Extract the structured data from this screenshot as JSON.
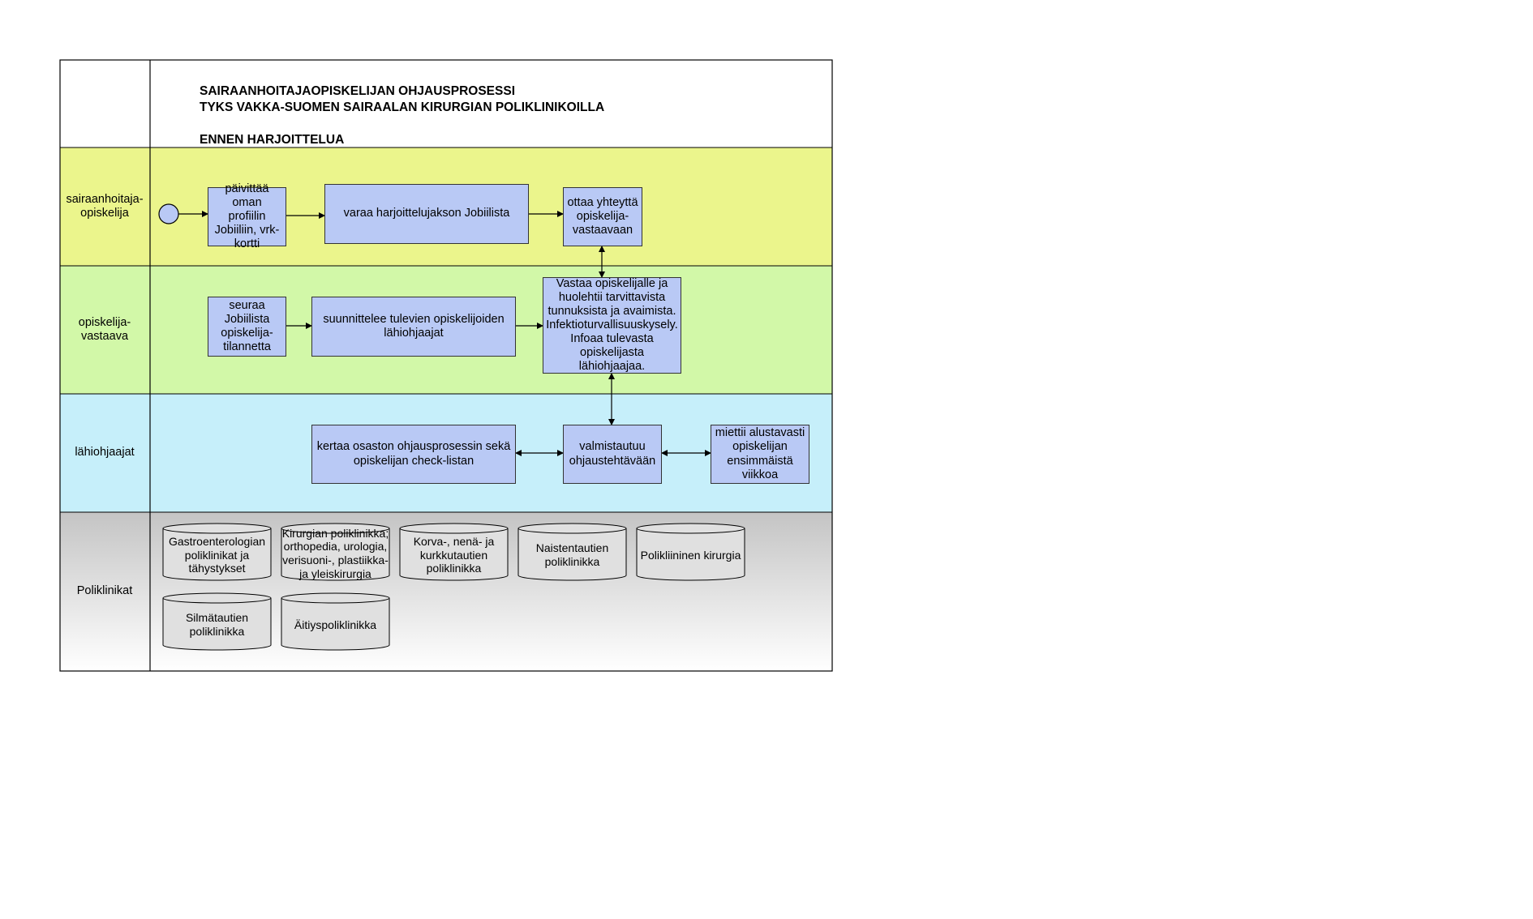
{
  "header": {
    "title_line1": "SAIRAANHOITAJAOPISKELIJAN OHJAUSPROSESSI",
    "title_line2": "TYKS VAKKA-SUOMEN SAIRAALAN KIRURGIAN POLIKLINIKOILLA",
    "phase": "ENNEN HARJOITTELUA"
  },
  "lanes": [
    {
      "label": "sairaanhoitaja-\nopiskelija",
      "color": "#ebf58c"
    },
    {
      "label": "opiskelija-\nvastaava",
      "color": "#d2f8a8"
    },
    {
      "label": "lähiohjaajat",
      "color": "#c6effa"
    },
    {
      "label": "Poliklinikat",
      "color": "#c8c8c8"
    }
  ],
  "tasks": {
    "paivittaa": "päivittää oman\nprofiilin\nJobiiliin, vrk-\nkortti",
    "varaa": "varaa harjoittelujakson Jobiilista",
    "ottaa": "ottaa yhteyttä\nopiskelija-\nvastaavaan",
    "seuraa": "seuraa\nJobiilista\nopiskelija-\ntilannetta",
    "suunnittelee": "suunnittelee tulevien opiskelijoiden\nlähiohjaajat",
    "vastaa": "Vastaa opiskelijalle ja\nhuolehtii tarvittavista\ntunnuksista ja avaimista.\nInfektioturvallisuuskysely.\nInfoaa tulevasta\nopiskelijasta lähiohjaajaa.",
    "kertaa": "kertaa osaston ohjausprosessin sekä\nopiskelijan check-listan",
    "valmistautuu": "valmistautuu\nohjaustehtävään",
    "miettii": "miettii alustavasti\nopiskelijan\nensimmäistä\nviikkoa"
  },
  "clinics": [
    "Gastroenterologian\npoliklinikat ja\ntähystykset",
    "Kirurgian poliklinikka;\northopedia, urologia,\nverisuoni-, plastiikka-\nja yleiskirurgia",
    "Korva-, nenä- ja\nkurkkutautien\npoliklinikka",
    "Naistentautien\npoliklinikka",
    "Polikliininen kirurgia",
    "Silmätautien\npoliklinikka",
    "Äitiyspoliklinikka"
  ],
  "colors": {
    "task_fill": "#b9c9f5",
    "start_fill": "#b9c9f5"
  }
}
